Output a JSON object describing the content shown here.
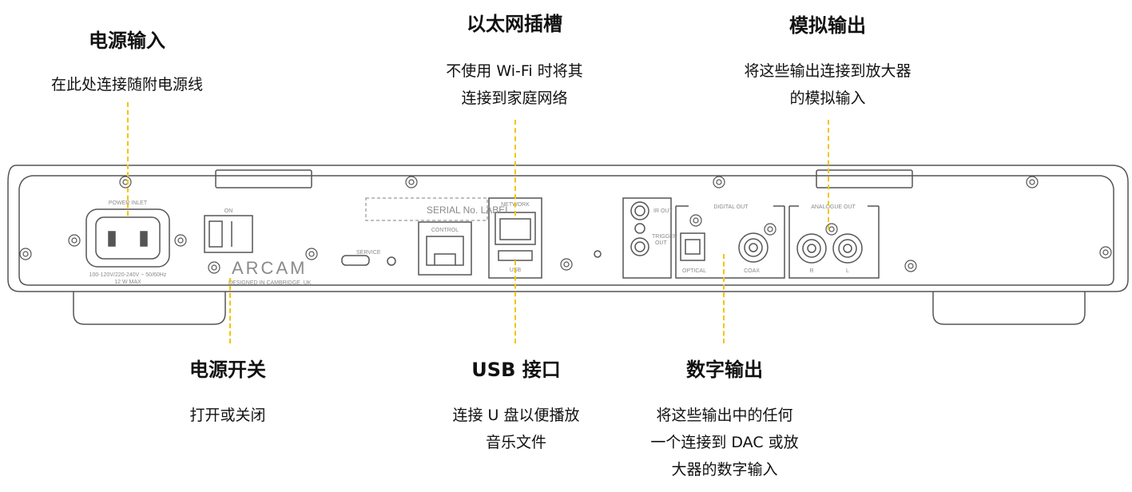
{
  "callouts": [
    {
      "id": "power-inlet",
      "title": "电源输入",
      "desc": [
        "在此处连接随附电源线"
      ]
    },
    {
      "id": "ethernet",
      "title": "以太网插槽",
      "desc": [
        "不使用 Wi-Fi 时将其",
        "连接到家庭网络"
      ]
    },
    {
      "id": "analogue-out",
      "title": "模拟输出",
      "desc": [
        "将这些输出连接到放大器",
        "的模拟输入"
      ]
    },
    {
      "id": "power-switch",
      "title": "电源开关",
      "desc": [
        "打开或关闭"
      ]
    },
    {
      "id": "usb",
      "title": "USB 接口",
      "desc": [
        "连接 U 盘以便播放",
        "音乐文件"
      ]
    },
    {
      "id": "digital-out",
      "title": "数字输出",
      "desc": [
        "将这些输出中的任何",
        "一个连接到 DAC 或放",
        "大器的数字输入"
      ]
    }
  ],
  "panel": {
    "power_inlet": "POWER INLET",
    "voltage": "100-120V/220-240V ~ 50/60Hz",
    "watts": "12 W MAX",
    "on": "ON",
    "brand": "ARCAM",
    "tagline": "DESIGNED IN CAMBRIDGE, UK",
    "service": "SERVICE",
    "serial": "SERIAL No. LABEL",
    "control": "CONTROL",
    "network": "NETWORK",
    "usb": "USB",
    "ir_out": "IR OUT",
    "trigger_out": [
      "TRIGGER",
      "OUT"
    ],
    "digital_out": "DIGITAL OUT",
    "optical": "OPTICAL",
    "coax": "COAX",
    "analogue_out": "ANALOGUE OUT",
    "r": "R",
    "l": "L"
  },
  "colors": {
    "leader": "#f2c500",
    "outline": "#555555",
    "panel": "#ffffff"
  }
}
